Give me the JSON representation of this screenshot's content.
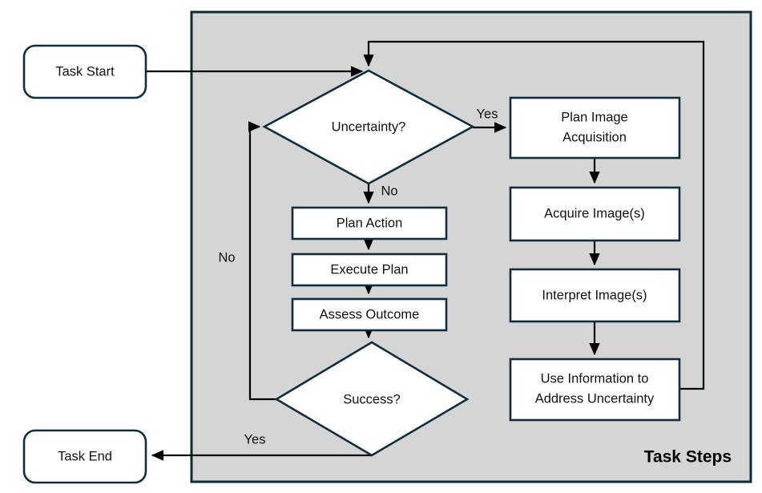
{
  "diagram": {
    "title": "Task Steps",
    "panel_label": "Task Steps",
    "colors": {
      "panel_fill": "#d5d5d5",
      "panel_stroke": "#0a2b3a",
      "node_fill": "#ffffff",
      "node_stroke": "#0f2f40",
      "edge_stroke": "#000000",
      "text": "#111111",
      "caption_text": "#000000",
      "background": "#ffffff"
    },
    "terminals": [
      {
        "id": "task-start",
        "label": "Task Start"
      },
      {
        "id": "task-end",
        "label": "Task End"
      }
    ],
    "decisions": [
      {
        "id": "uncertainty",
        "label": "Uncertainty?"
      },
      {
        "id": "success",
        "label": "Success?"
      }
    ],
    "process_steps_center": [
      {
        "id": "plan-action",
        "label": "Plan Action"
      },
      {
        "id": "execute-plan",
        "label": "Execute Plan"
      },
      {
        "id": "assess-outcome",
        "label": "Assess Outcome"
      }
    ],
    "process_steps_imaging": [
      {
        "id": "plan-image-acquisition",
        "line1": "Plan Image",
        "line2": "Acquisition"
      },
      {
        "id": "acquire-images",
        "line1": "Acquire Image(s)",
        "line2": ""
      },
      {
        "id": "interpret-images",
        "line1": "Interpret Image(s)",
        "line2": ""
      },
      {
        "id": "use-information",
        "line1": "Use Information to",
        "line2": "Address Uncertainty"
      }
    ],
    "edge_labels": [
      {
        "id": "uncertainty-yes",
        "text": "Yes"
      },
      {
        "id": "uncertainty-no",
        "text": "No"
      },
      {
        "id": "success-no",
        "text": "No"
      },
      {
        "id": "success-yes",
        "text": "Yes"
      }
    ]
  }
}
